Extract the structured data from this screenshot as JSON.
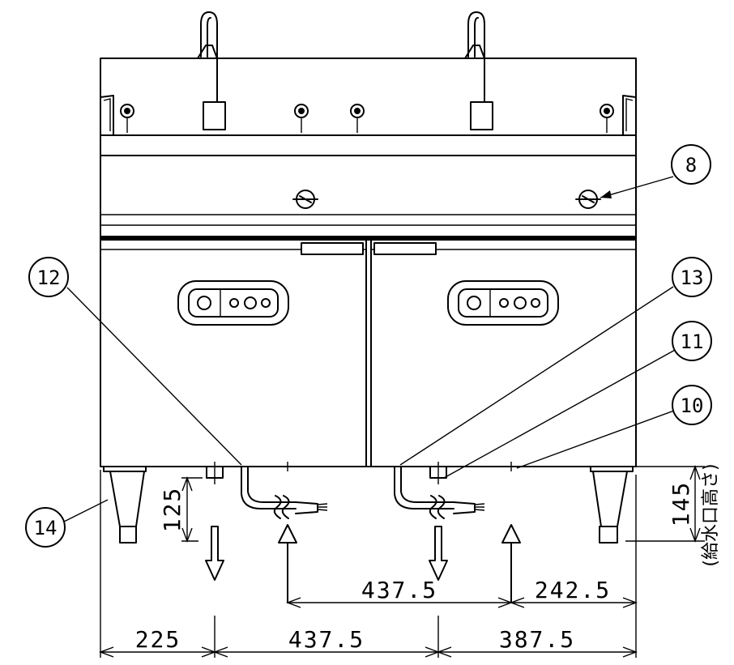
{
  "callouts": {
    "c8": "8",
    "c10": "10",
    "c11": "11",
    "c12": "12",
    "c13": "13",
    "c14": "14"
  },
  "dimensions": {
    "bottom_left": "225",
    "bottom_mid": "437.5",
    "bottom_right": "387.5",
    "upper_mid": "437.5",
    "upper_right": "242.5",
    "drain_height": "125",
    "supply_height": "145",
    "supply_height_note": "(給水口高さ)"
  }
}
